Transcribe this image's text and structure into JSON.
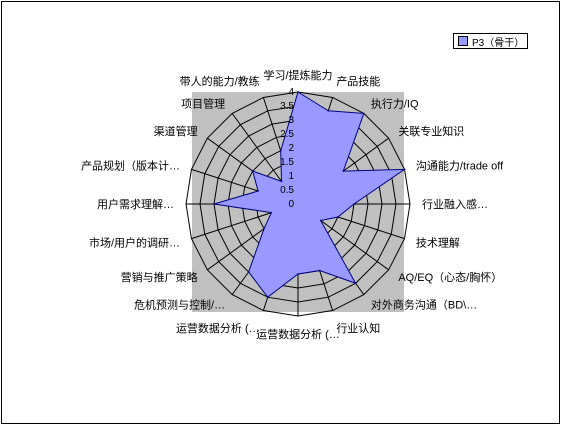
{
  "chart_data": {
    "type": "radar",
    "categories": [
      "学习/提炼能力",
      "产品技能",
      "执行力/IQ",
      "关联专业知识",
      "沟通能力/trade off",
      "行业融入感…",
      "技术理解",
      "AQ/EQ（心态/胸怀）",
      "对外商务沟通（BD\\…",
      "行业认知",
      "运营数据分析 (…",
      "运营数据分析 (…",
      "危机预测与控制/…",
      "营销与推广策略",
      "市场/用户的调研…",
      "用户需求理解…",
      "产品规划（版本计…",
      "渠道管理",
      "项目管理",
      "带人的能力/教练"
    ],
    "series": [
      {
        "name": "P3（骨干）",
        "values": [
          4,
          3.5,
          4,
          2,
          4,
          2,
          1.5,
          1,
          3.5,
          2.5,
          2.5,
          3.5,
          3,
          1.5,
          1,
          3,
          1.5,
          2,
          1,
          2
        ]
      }
    ],
    "rlim": [
      0,
      4
    ],
    "ticks": [
      "0",
      "0.5",
      "1",
      "1.5",
      "2",
      "2.5",
      "3",
      "3.5",
      "4"
    ],
    "legend": "top-right",
    "grid": true,
    "colors": {
      "plot_area": "#c0c0c0",
      "series_fill": "#9999ff",
      "series_stroke": "#000080",
      "grid": "#000000"
    }
  }
}
